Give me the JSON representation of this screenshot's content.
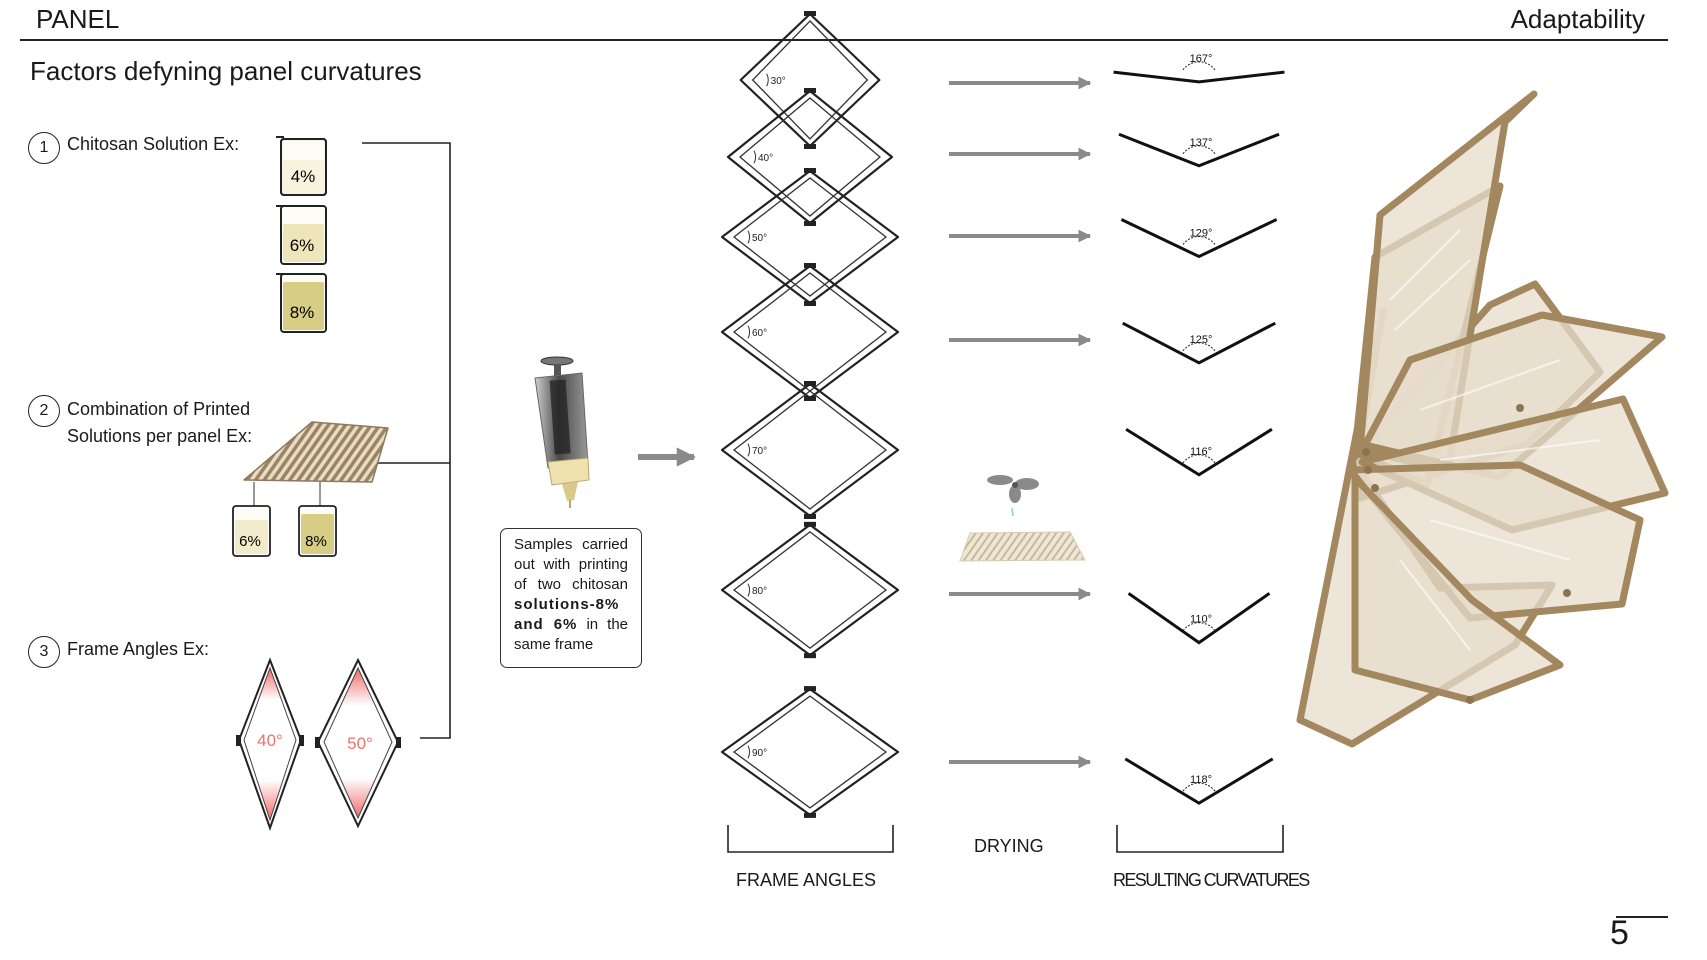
{
  "header": {
    "left": "PANEL",
    "right": "Adaptability"
  },
  "title": "Factors defyning panel curvatures",
  "factors": [
    {
      "num": "1",
      "label": "Chitosan Solution Ex:"
    },
    {
      "num": "2",
      "label_line1": "Combination of Printed",
      "label_line2": "Solutions per panel  Ex:"
    },
    {
      "num": "3",
      "label": "Frame Angles Ex:"
    }
  ],
  "beakers": [
    "4%",
    "6%",
    "8%"
  ],
  "combo_beakers": [
    "6%",
    "8%"
  ],
  "frame_examples": [
    "40°",
    "50°"
  ],
  "note": {
    "part1": "Samples carried out with printing of two chitosan",
    "bold": "solutions-8% and 6%",
    "part2": "in the same frame"
  },
  "frame_angle_labels": [
    "30°",
    "40°",
    "50°",
    "60°",
    "70°",
    "80°",
    "90°"
  ],
  "curvature_labels": [
    "167°",
    "137°",
    "129°",
    "125°",
    "116°",
    "110°",
    "118°"
  ],
  "bottom": {
    "frame_angles": "FRAME ANGLES",
    "drying": "DRYING",
    "resulting": "RESULTING CURVATURES"
  },
  "page_number": "5",
  "colors": {
    "beaker_4": "#f7f3df",
    "beaker_6": "#eee6ba",
    "beaker_8": "#d8cd84",
    "frame_highlight": "#f07070",
    "arrow": "#8a8a8a",
    "panel_wood": "#c8b59a"
  }
}
